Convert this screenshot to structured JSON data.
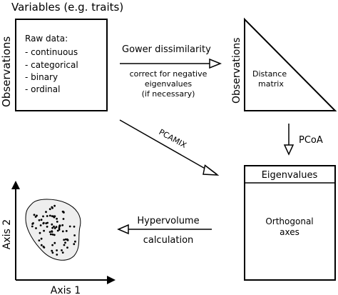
{
  "header": {
    "variables_label": "Variables (e.g. traits)",
    "observations_label_left": "Observations",
    "observations_label_right": "Observations"
  },
  "raw_data": {
    "title": "Raw data:",
    "items": [
      "- continuous",
      "- categorical",
      "- binary",
      "- ordinal"
    ]
  },
  "gower": {
    "label": "Gower dissimilarity",
    "note_lines": [
      "correct for negative",
      "eigenvalues",
      "(if necessary)"
    ]
  },
  "distance_matrix": {
    "line1": "Distance",
    "line2": "matrix"
  },
  "pcoa": {
    "label": "PCoA"
  },
  "pcamix": {
    "label": "PCAMIX"
  },
  "eigen_box": {
    "title": "Eigenvalues",
    "body_line1": "Orthogonal",
    "body_line2": "axes"
  },
  "hypervolume": {
    "line1": "Hypervolume",
    "line2": "calculation"
  },
  "axes": {
    "x_label": "Axis 1",
    "y_label": "Axis 2"
  },
  "colors": {
    "ink": "#000000",
    "background": "#ffffff",
    "cloud_fill": "#eeeeee"
  }
}
